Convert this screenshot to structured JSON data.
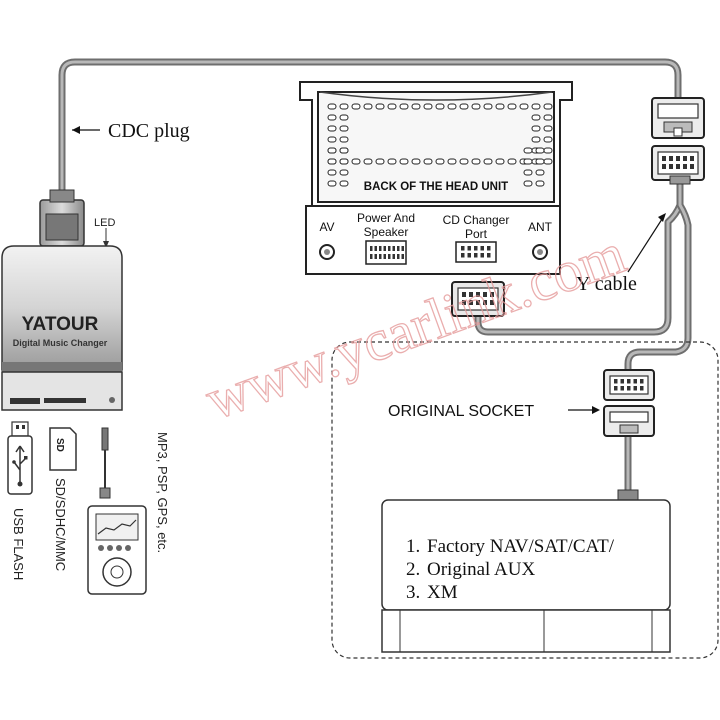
{
  "labels": {
    "cdc_plug": "CDC plug",
    "led": "LED",
    "y_cable": "Y cable",
    "original_socket": "ORIGINAL SOCKET"
  },
  "changer": {
    "brand": "YATOUR",
    "subtitle": "Digital Music Changer"
  },
  "head_unit": {
    "title": "BACK OF THE HEAD UNIT",
    "ports": {
      "av": "AV",
      "power_line1": "Power And",
      "power_line2": "Speaker",
      "cd_line1": "CD Changer",
      "cd_line2": "Port",
      "ant": "ANT"
    }
  },
  "media": {
    "usb": "USB FLASH",
    "sd_logo": "SD",
    "sd": "SD/SDHC/MMC",
    "mp3": "MP3, PSP, GPS, etc."
  },
  "factory_list": [
    {
      "num": "1.",
      "text": "Factory NAV/SAT/CAT/"
    },
    {
      "num": "2.",
      "text": "Original AUX"
    },
    {
      "num": "3.",
      "text": "XM"
    }
  ],
  "watermark": "www.ycarlink.com",
  "colors": {
    "cable": "#8a8a8a",
    "cable_dark": "#555555",
    "device_body": "#d8d8d8",
    "watermark": "#e8a0a0"
  }
}
